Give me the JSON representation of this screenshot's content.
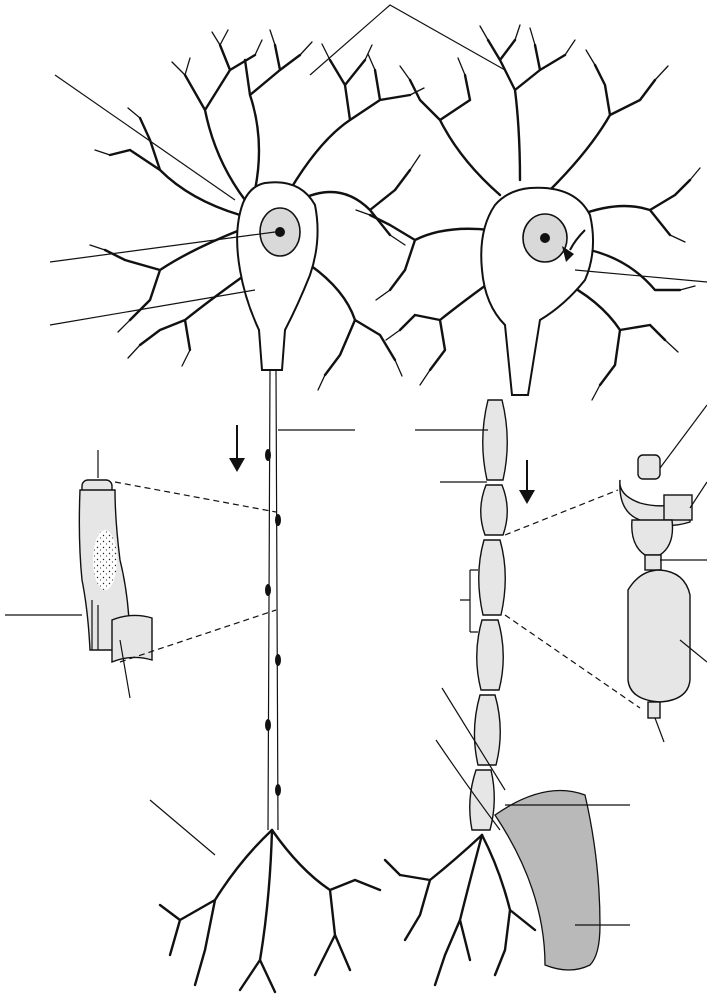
{
  "figure": {
    "left_neuron": {
      "leader_count": 6
    },
    "right_neuron": {
      "leader_count": 7
    },
    "insets": {
      "left": "unmyelinated-segment-detail",
      "right": "myelinated-segment-detail"
    }
  },
  "colors": {
    "ink": "#111111",
    "paper": "#ffffff",
    "stipple": "#d9d9d9"
  }
}
